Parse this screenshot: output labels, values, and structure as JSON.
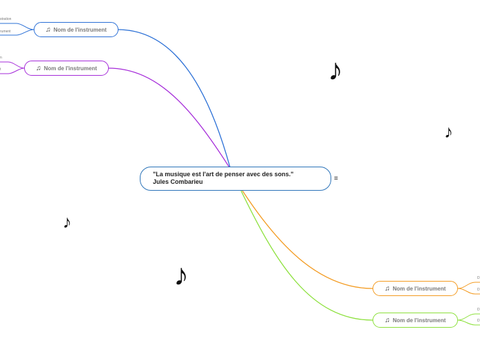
{
  "central": {
    "line1": "\"La musique est l'art de penser avec des sons.\"",
    "line2": "Jules Combarieu",
    "menu_icon": "menu-icon"
  },
  "topics": [
    {
      "label": "Nom de l'instrument",
      "color": "#2a6fd6",
      "icon": "music-note-icon"
    },
    {
      "label": "Nom de l'instrument",
      "color": "#a52bd9",
      "icon": "music-note-icon"
    },
    {
      "label": "Nom de l'instrument",
      "color": "#f39a1f",
      "icon": "music-note-icon"
    },
    {
      "label": "Nom de l'instrument",
      "color": "#8be03a",
      "icon": "music-note-icon"
    }
  ],
  "edge_labels": {
    "blue_1": "stration",
    "blue_2": "rument",
    "purple_1": "n",
    "purple_2": "t",
    "orange_1": "D",
    "orange_2": "D",
    "green_1": "D",
    "green_2": "D"
  },
  "glyphs": {
    "note": "♫",
    "deco_note": "♪",
    "menu": "≡"
  }
}
